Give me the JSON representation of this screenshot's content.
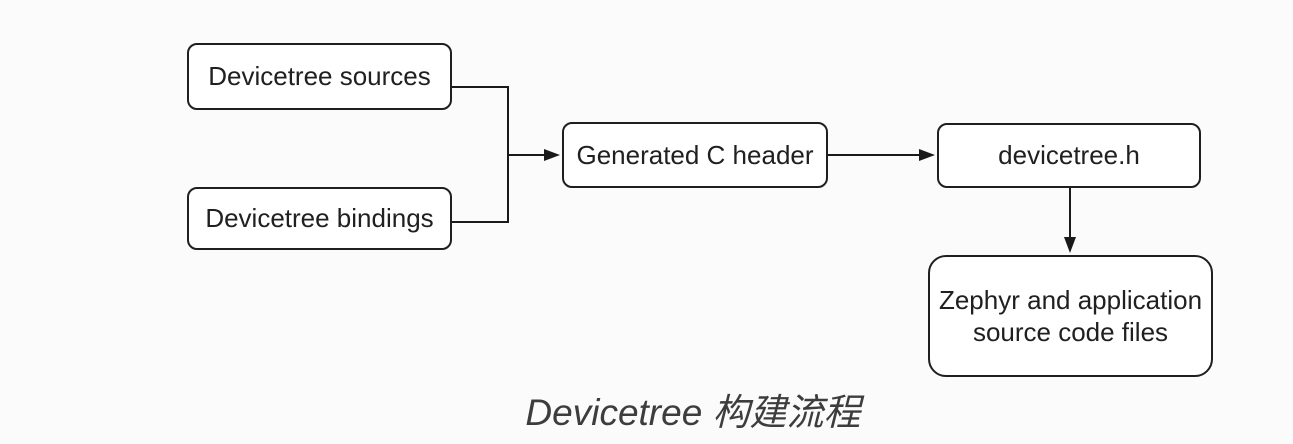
{
  "diagram": {
    "caption": "Devicetree 构建流程",
    "nodes": [
      {
        "id": "devicetree-sources",
        "label": "Devicetree sources"
      },
      {
        "id": "devicetree-bindings",
        "label": "Devicetree bindings"
      },
      {
        "id": "generated-c-header",
        "label": "Generated C header"
      },
      {
        "id": "devicetree-h",
        "label": "devicetree.h"
      },
      {
        "id": "zephyr-sources",
        "label": "Zephyr and application\nsource code files"
      }
    ],
    "edges": [
      {
        "from": "devicetree-sources",
        "to": "generated-c-header",
        "arrow": true
      },
      {
        "from": "devicetree-bindings",
        "to": "generated-c-header",
        "arrow": true
      },
      {
        "from": "generated-c-header",
        "to": "devicetree-h",
        "arrow": true
      },
      {
        "from": "devicetree-h",
        "to": "zephyr-sources",
        "arrow": true
      }
    ],
    "colors": {
      "background": "#fbfbfb",
      "node_fill": "#ffffff",
      "node_border": "#1f1f1f",
      "node_text": "#202020",
      "connector": "#1a1a1a",
      "caption_text": "#3d3d3d"
    }
  }
}
